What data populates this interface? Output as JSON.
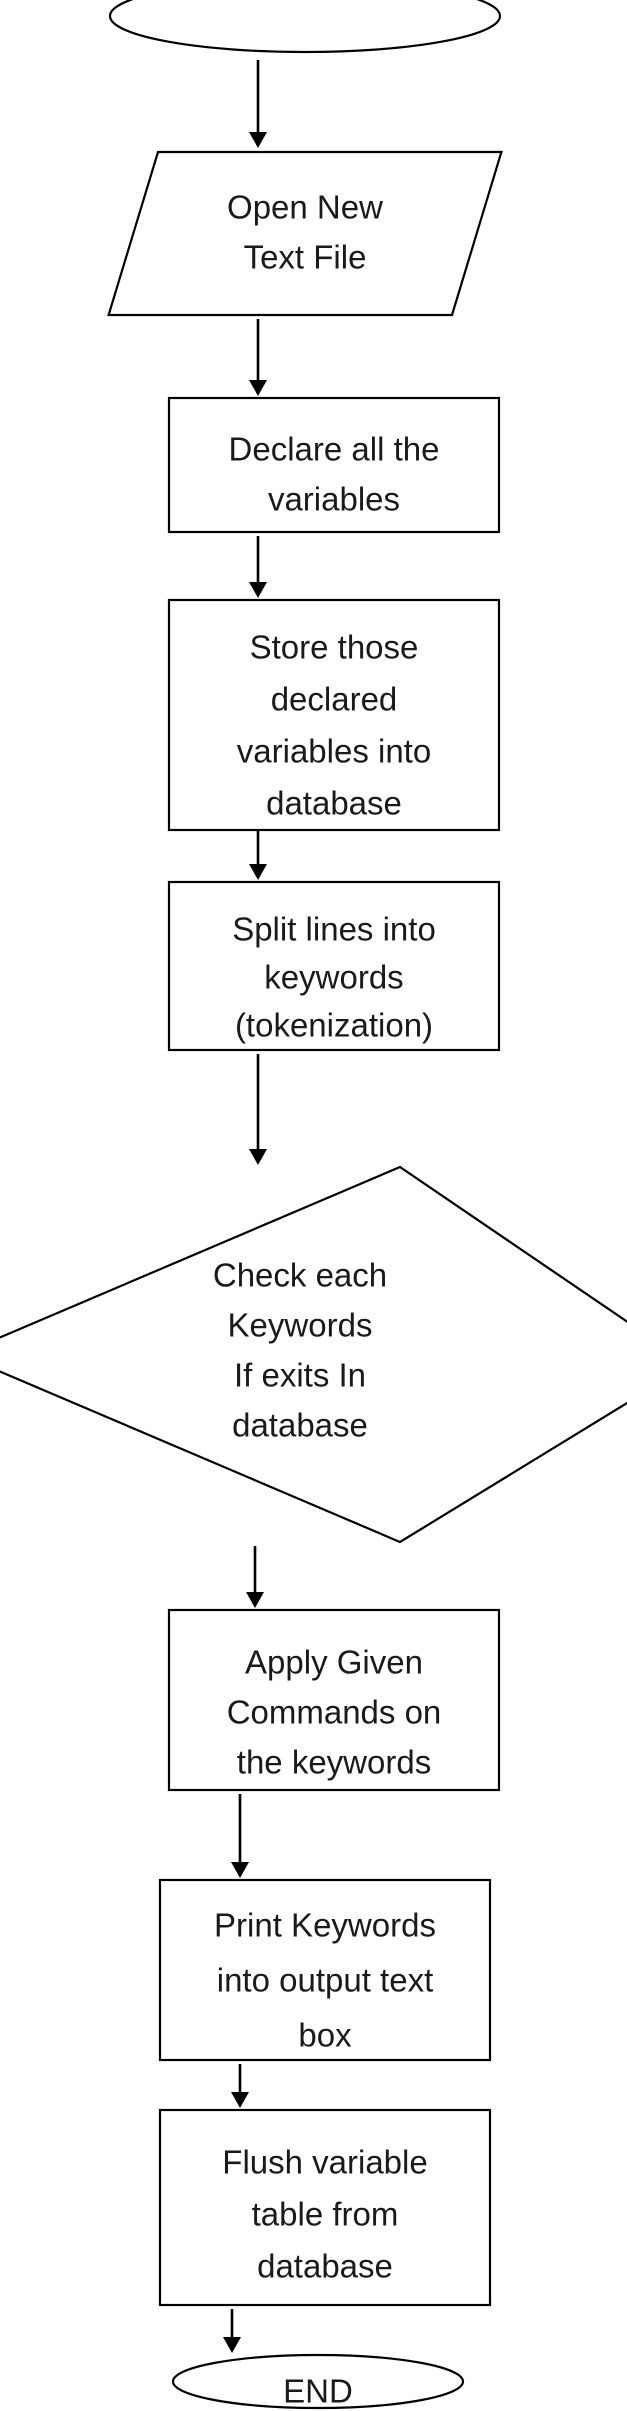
{
  "flowchart": {
    "nodes": [
      {
        "id": "start",
        "shape": "terminator",
        "lines": []
      },
      {
        "id": "open-file",
        "shape": "parallelogram",
        "lines": [
          "Open New",
          "Text File"
        ]
      },
      {
        "id": "declare",
        "shape": "process",
        "lines": [
          "Declare all the",
          "variables"
        ]
      },
      {
        "id": "store",
        "shape": "process",
        "lines": [
          "Store those",
          "declared",
          "variables into",
          "database"
        ]
      },
      {
        "id": "split",
        "shape": "process",
        "lines": [
          "Split lines into",
          "keywords",
          "(tokenization)"
        ]
      },
      {
        "id": "check",
        "shape": "decision",
        "lines": [
          "Check each",
          "Keywords",
          "If exits In",
          "database"
        ]
      },
      {
        "id": "apply",
        "shape": "process",
        "lines": [
          "Apply Given",
          "Commands on",
          "the keywords"
        ]
      },
      {
        "id": "print",
        "shape": "process",
        "lines": [
          "Print Keywords",
          "into output text",
          "box"
        ]
      },
      {
        "id": "flush",
        "shape": "process",
        "lines": [
          "Flush variable",
          "table from",
          "database"
        ]
      },
      {
        "id": "end",
        "shape": "terminator",
        "lines": [
          "END"
        ]
      }
    ],
    "edges": [
      {
        "from": "start",
        "to": "open-file"
      },
      {
        "from": "open-file",
        "to": "declare"
      },
      {
        "from": "declare",
        "to": "store"
      },
      {
        "from": "store",
        "to": "split"
      },
      {
        "from": "split",
        "to": "check"
      },
      {
        "from": "check",
        "to": "apply"
      },
      {
        "from": "apply",
        "to": "print"
      },
      {
        "from": "print",
        "to": "flush"
      },
      {
        "from": "flush",
        "to": "end"
      }
    ]
  }
}
